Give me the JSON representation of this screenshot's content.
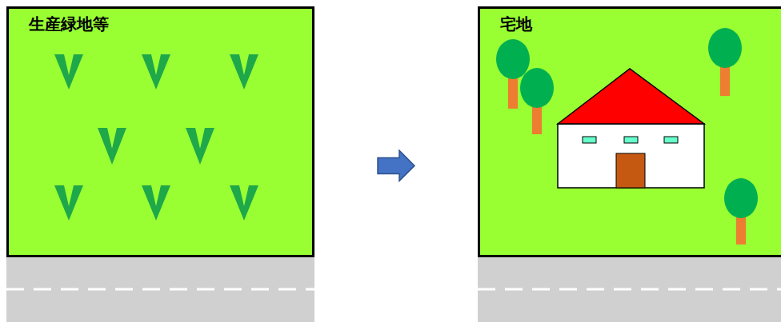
{
  "diagram": {
    "nodes": [
      {
        "text": [
          "生産緑地等"
        ]
      },
      {
        "text": [
          "宅地"
        ]
      }
    ],
    "edges": [
      {
        "from": 0,
        "to": 1,
        "arrow": "to"
      }
    ]
  }
}
